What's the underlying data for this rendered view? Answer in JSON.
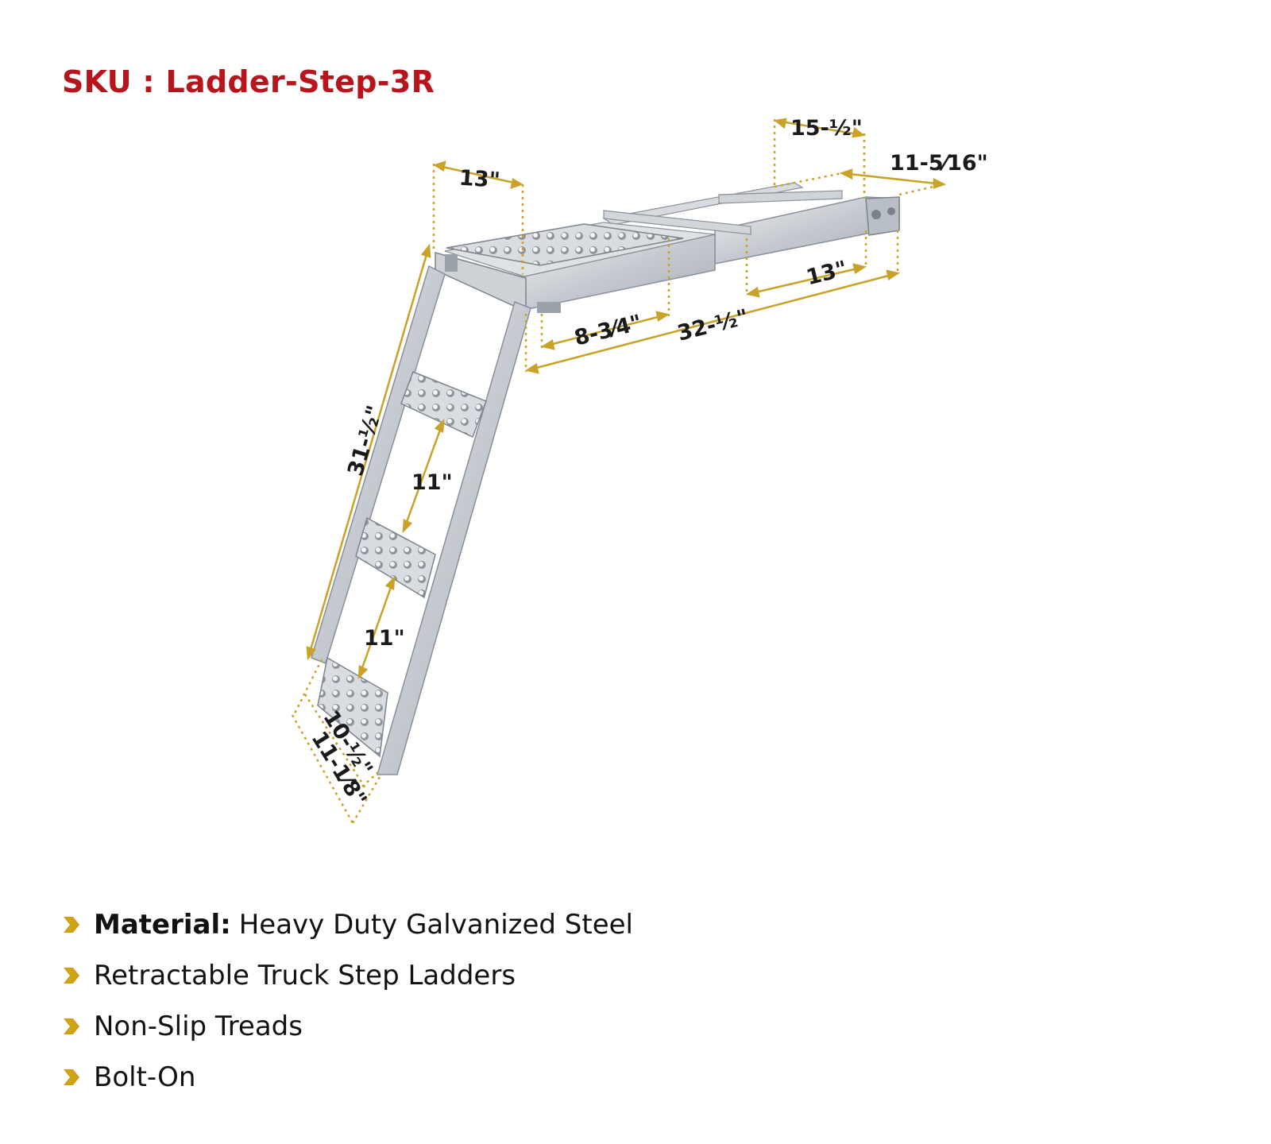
{
  "header": {
    "sku": "SKU : Ladder-Step-3R"
  },
  "diagram": {
    "dimensions": {
      "platform_width": "13\"",
      "top_bracket_width": "15-½\"",
      "top_bracket_depth": "11-5⁄16\"",
      "rear_section": "13\"",
      "front_section": "8-3⁄4\"",
      "overall_length": "32-½\"",
      "ladder_length": "31-½\"",
      "step_spacing_upper": "11\"",
      "step_spacing_lower": "11\"",
      "step_inner_width": "10-½\"",
      "step_outer_width": "11-1⁄8\""
    },
    "colors": {
      "dimension_line": "#c9a227",
      "steel": "#c7ccd2",
      "steel_dark": "#9aa1a9"
    }
  },
  "features": [
    {
      "bold": "Material:",
      "text": "Heavy Duty Galvanized Steel"
    },
    {
      "bold": "",
      "text": "Retractable Truck Step Ladders"
    },
    {
      "bold": "",
      "text": "Non-Slip Treads"
    },
    {
      "bold": "",
      "text": "Bolt-On"
    }
  ],
  "icons": {
    "bullet": "chevron-right-icon"
  }
}
